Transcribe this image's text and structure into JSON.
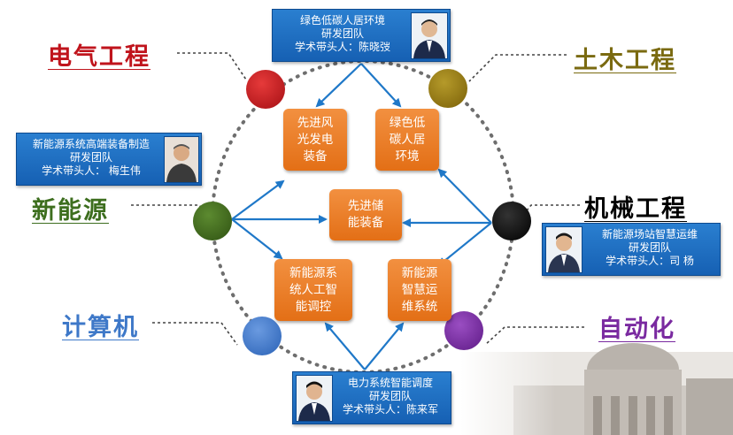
{
  "disciplines": {
    "electrical": "电气工程",
    "civil": "土木工程",
    "new_energy": "新能源",
    "mechanical": "机械工程",
    "computer": "计算机",
    "automation": "自动化"
  },
  "research_boxes": {
    "top_left": [
      "先进风",
      "光发电",
      "装备"
    ],
    "top_right": [
      "绿色低",
      "碳人居",
      "环境"
    ],
    "center": [
      "先进储",
      "能装备"
    ],
    "bottom_left": [
      "新能源系",
      "统人工智",
      "能调控"
    ],
    "bottom_right": [
      "新能源",
      "智慧运",
      "维系统"
    ]
  },
  "teams": {
    "top": {
      "line1": "绿色低碳人居环境",
      "line2": "研发团队",
      "line3": "学术带头人：陈晓弢"
    },
    "left": {
      "line1": "新能源系统高端装备制造",
      "line2": "研发团队",
      "line3": "学术带头人： 梅生伟"
    },
    "right": {
      "line1": "新能源场站智慧运维",
      "line2": "研发团队",
      "line3": "学术带头人：司  杨"
    },
    "bottom": {
      "line1": "电力系统智能调度",
      "line2": "研发团队",
      "line3": "学术带头人：陈来军"
    }
  },
  "colors": {
    "electrical": "#c0141c",
    "civil": "#7a6a10",
    "new_energy": "#3d6e1e",
    "mechanical": "#000000",
    "computer": "#3e78c8",
    "automation": "#7a2aa0",
    "orange_box": "#e8761e",
    "team_card": "#1f6fc2",
    "arrow": "#1f78c8"
  }
}
